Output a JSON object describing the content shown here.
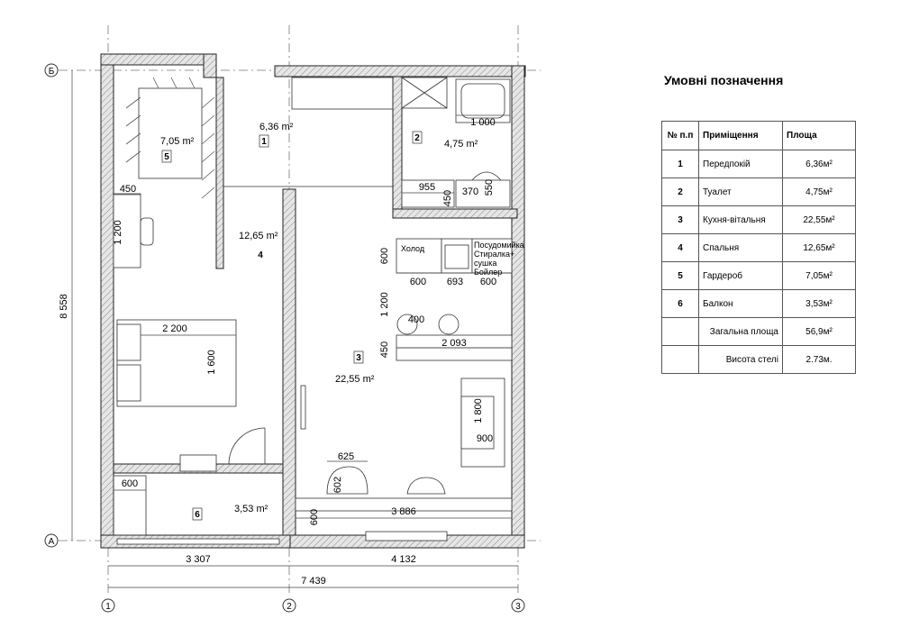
{
  "axes": {
    "row_top": "Б",
    "row_bottom": "А",
    "col_1": "1",
    "col_2": "2",
    "col_3": "3"
  },
  "rooms": [
    {
      "num": "1",
      "area": "6,36 m²"
    },
    {
      "num": "2",
      "area": "4,75 m²"
    },
    {
      "num": "3",
      "area": "22,55 m²"
    },
    {
      "num": "4",
      "area": "12,65 m²"
    },
    {
      "num": "5",
      "area": "7,05 m²"
    },
    {
      "num": "6",
      "area": "3,53 m²"
    }
  ],
  "dims": {
    "total_height": "8 558",
    "bottom_left": "3 307",
    "bottom_right": "4 132",
    "total_width": "7 439",
    "wardrobe_depth": "450",
    "wardrobe_len": "1 200",
    "bed_len": "2 200",
    "bed_width": "1 600",
    "balcony_w": "600",
    "shower": "1 000",
    "wc_955": "955",
    "wc_450": "450",
    "wc_370": "370",
    "wc_550": "550",
    "kitchen_600a": "600",
    "kitchen_693": "693",
    "kitchen_600b": "600",
    "kitchen_depth": "600",
    "gap_1200": "1 200",
    "table_400": "400",
    "counter_450": "450",
    "counter_len": "2 093",
    "sofa_len": "1 800",
    "sofa_w": "900",
    "chair_w": "625",
    "chair_d": "602",
    "bottom_600": "600",
    "bottom_len": "3 886"
  },
  "appliances": {
    "fridge": "Холод",
    "line1": "Посудомийка",
    "line2": "Стиралка+",
    "line3": "сушка",
    "line4": "Бойлер"
  },
  "legend": {
    "title": "Умовні позначення",
    "headers": [
      "№ п.п",
      "Приміщення",
      "Площа"
    ],
    "rows": [
      {
        "n": "1",
        "name": "Передпокій",
        "area": "6,36м²"
      },
      {
        "n": "2",
        "name": "Туалет",
        "area": "4,75м²"
      },
      {
        "n": "3",
        "name": "Кухня-вітальня",
        "area": "22,55м²"
      },
      {
        "n": "4",
        "name": "Спальня",
        "area": "12,65м²"
      },
      {
        "n": "5",
        "name": "Гардероб",
        "area": "7,05м²"
      },
      {
        "n": "6",
        "name": "Балкон",
        "area": "3,53м²"
      }
    ],
    "total_label": "Загальна площа",
    "total_value": "56,9м²",
    "height_label": "Висота стелі",
    "height_value": "2.73м."
  },
  "colors": {
    "wall": "#cfcfcf",
    "line": "#222222"
  }
}
